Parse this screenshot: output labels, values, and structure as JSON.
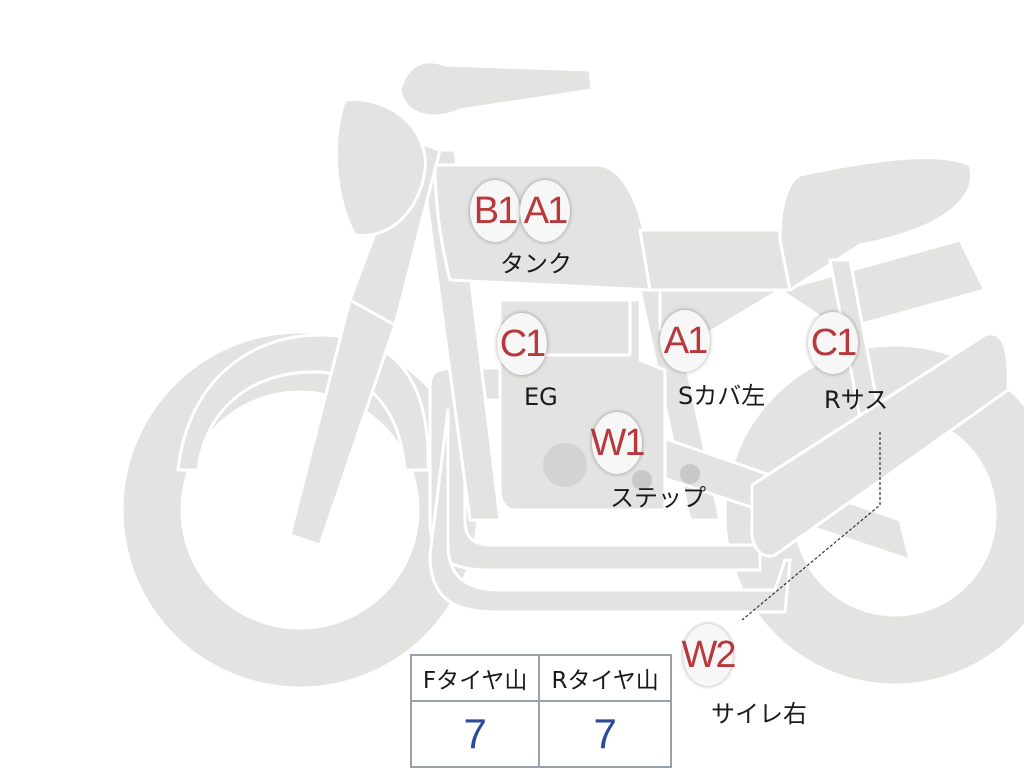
{
  "colors": {
    "body_fill": "#e3e3e1",
    "body_stroke": "#ffffff",
    "badge_text": "#b8383c",
    "value_text": "#2a4a9a"
  },
  "markers": [
    {
      "id": "tank-b",
      "code": "B1",
      "label": ""
    },
    {
      "id": "tank-a",
      "code": "A1",
      "label": "タンク"
    },
    {
      "id": "engine",
      "code": "C1",
      "label": "EG"
    },
    {
      "id": "side-cover",
      "code": "A1",
      "label": "Sカバ左"
    },
    {
      "id": "rear-suspension",
      "code": "C1",
      "label": "Rサス"
    },
    {
      "id": "step",
      "code": "W1",
      "label": "ステップ"
    },
    {
      "id": "muffler",
      "code": "W2",
      "label": "サイレ右"
    }
  ],
  "tire_table": {
    "headers": [
      "Fタイヤ山",
      "Rタイヤ山"
    ],
    "values": [
      "7",
      "7"
    ]
  }
}
